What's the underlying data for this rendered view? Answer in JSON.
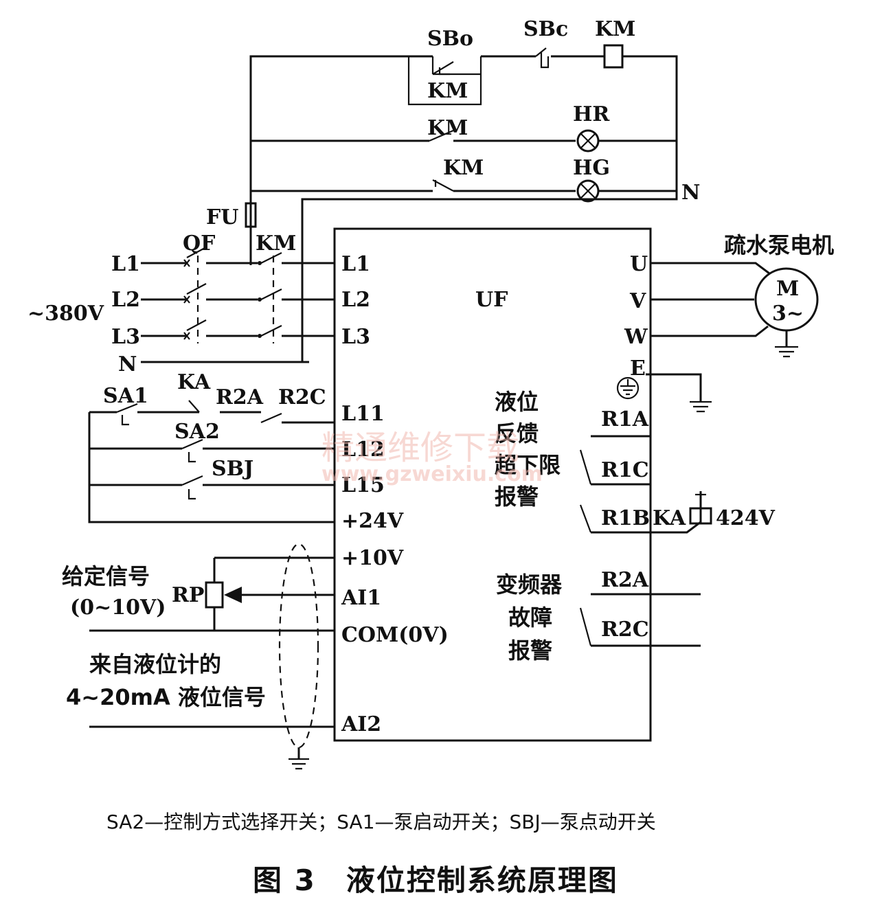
{
  "top_circuit": {
    "sbo": "SBo",
    "sbc": "SBc",
    "km_coil": "KM",
    "km_hold": "KM",
    "km_hr": "KM",
    "km_hg": "KM",
    "hr": "HR",
    "hg": "HG",
    "n": "N",
    "fu": "FU"
  },
  "supply": {
    "qf": "QF",
    "km": "KM",
    "l1": "L1",
    "l2": "L2",
    "l3": "L3",
    "n": "N",
    "voltage": "~380V"
  },
  "uf": {
    "name": "UF",
    "left_terminals": [
      "L1",
      "L2",
      "L3",
      "L11",
      "L12",
      "L15",
      "+24V",
      "+10V",
      "AI1",
      "COM(0V)",
      "AI2"
    ],
    "right_terminals": [
      "U",
      "V",
      "W",
      "E",
      "R1A",
      "R1C",
      "R1B",
      "R2A",
      "R2C"
    ],
    "level_alarm": [
      "液位",
      "反馈",
      "超下限",
      "报警"
    ],
    "fault_alarm": [
      "变频器",
      "故障",
      "报警"
    ]
  },
  "motor": {
    "title": "疏水泵电机",
    "m": "M",
    "phase": "3~"
  },
  "control": {
    "sa1": "SA1",
    "ka": "KA",
    "r2a": "R2A",
    "r2c": "R2C",
    "sa2": "SA2",
    "sbj": "SBJ",
    "ka_relay": "KA",
    "relay_voltage": "424V"
  },
  "analog": {
    "given_signal": "给定信号",
    "given_range": "(0~10V)",
    "rp": "RP",
    "level_signal_1": "来自液位计的",
    "level_signal_2": "4~20mA 液位信号"
  },
  "watermark": {
    "cn": "精通维修下载",
    "url": "www.gzweixiu.com"
  },
  "legend": "SA2—控制方式选择开关；SA1—泵启动开关；SBJ—泵点动开关",
  "title": "图 3　液位控制系统原理图",
  "colors": {
    "line": "#111111",
    "background": "#ffffff",
    "watermark": "#f2b9b0"
  }
}
